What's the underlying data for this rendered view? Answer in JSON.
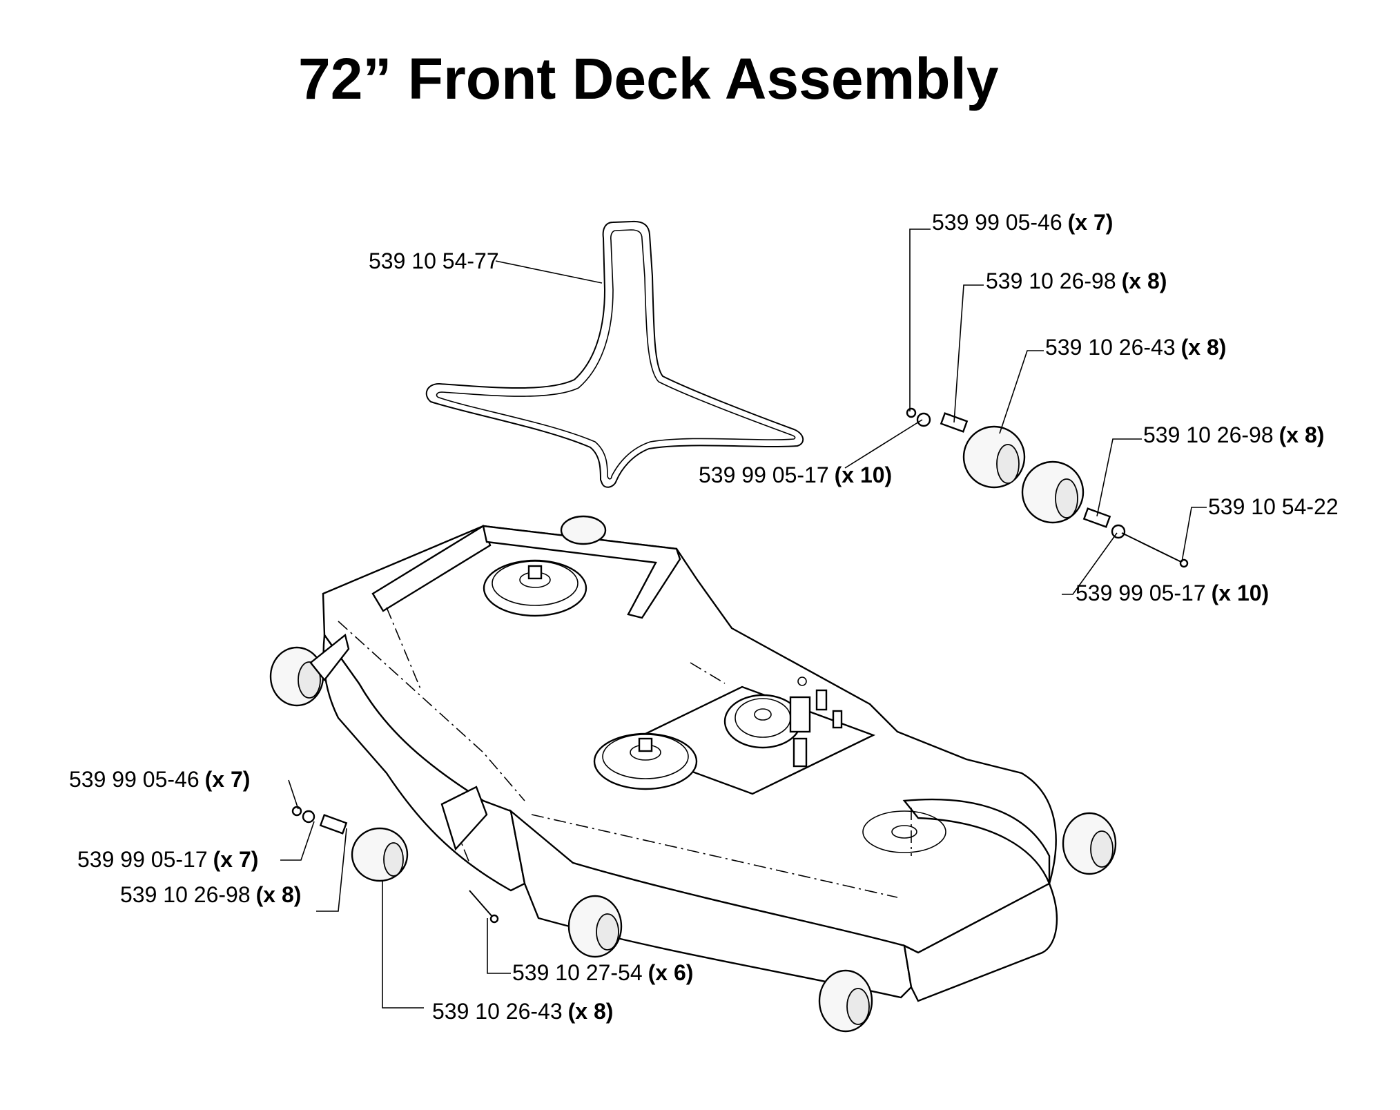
{
  "title": "72” Front Deck Assembly",
  "callouts": [
    {
      "id": "belt",
      "part": "539 10 54-77",
      "qty": ""
    },
    {
      "id": "r-bolt",
      "part": "539 99 05-46",
      "qty": "(x 7)"
    },
    {
      "id": "r-spacer-top",
      "part": "539 10 26-98",
      "qty": "(x 8)"
    },
    {
      "id": "r-wheel",
      "part": "539 10 26-43",
      "qty": "(x 8)"
    },
    {
      "id": "r-washer-top",
      "part": "539 99 05-17",
      "qty": "(x 10)"
    },
    {
      "id": "r-spacer-bottom",
      "part": "539 10 26-98",
      "qty": "(x 8)"
    },
    {
      "id": "r-axle",
      "part": "539 10 54-22",
      "qty": ""
    },
    {
      "id": "r-washer-bottom",
      "part": "539 99 05-17",
      "qty": "(x 10)"
    },
    {
      "id": "l-bolt",
      "part": "539 99 05-46",
      "qty": "(x 7)"
    },
    {
      "id": "l-washer",
      "part": "539 99 05-17",
      "qty": "(x 7)"
    },
    {
      "id": "l-spacer",
      "part": "539 10 26-98",
      "qty": "(x 8)"
    },
    {
      "id": "l-pin",
      "part": "539 10 27-54",
      "qty": "(x 6)"
    },
    {
      "id": "l-wheel",
      "part": "539 10 26-43",
      "qty": "(x 8)"
    }
  ]
}
